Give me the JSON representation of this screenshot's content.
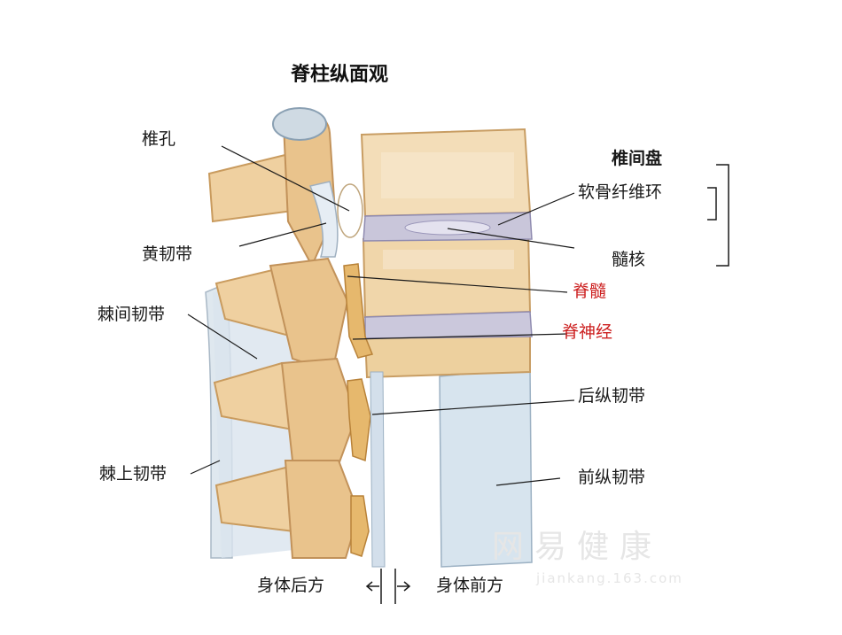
{
  "title": "脊柱纵面观",
  "group_label": "椎间盘",
  "labels": {
    "foramen": "椎孔",
    "ligamentum_flavum": "黄韧带",
    "interspinous": "棘间韧带",
    "supraspinous": "棘上韧带",
    "annulus": "软骨纤维环",
    "nucleus": "髓核",
    "spinal_cord": "脊髓",
    "spinal_nerve": "脊神经",
    "posterior_longitudinal": "后纵韧带",
    "anterior_longitudinal": "前纵韧带"
  },
  "orientation": {
    "posterior": "身体后方",
    "anterior": "身体前方"
  },
  "watermark": {
    "brand": "网易健康",
    "url": "jiankang.163.com"
  },
  "colors": {
    "bone": "#f0d3a4",
    "bone_shadow": "#d8ad72",
    "disc": "#c9c6da",
    "ligament": "#d6e3ec",
    "nerve": "#e3b56a",
    "red_label": "#cc1f1f"
  }
}
